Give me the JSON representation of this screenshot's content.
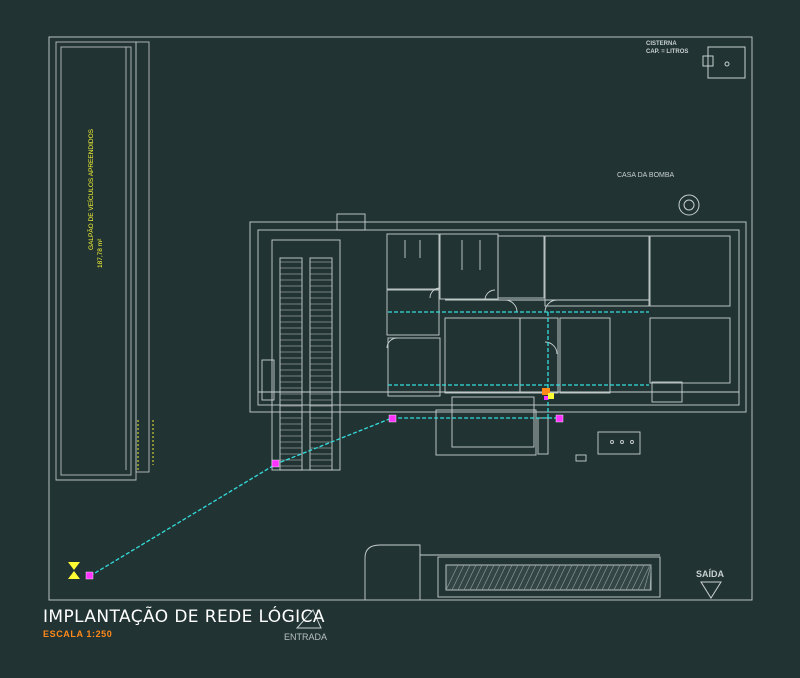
{
  "drawing": {
    "title": "IMPLANTAÇÃO DE REDE LÓGICA",
    "scale": "ESCALA 1:250",
    "entry_label": "ENTRADA",
    "exit_label": "SAÍDA",
    "pump_house_label": "CASA DA BOMBA",
    "cistern_label_line1": "CISTERNA",
    "cistern_label_line2": "CAP. = LITROS",
    "shed_label": "GALPÃO DE VEÍCULOS APREENDIDOS",
    "shed_area": "187,78 m²"
  },
  "colors": {
    "background": "#223333",
    "lines": "#c8d0d0",
    "network_cable": "#33dddd",
    "network_point": "#ff33ff",
    "labels_yellow": "#ffff33",
    "scale_orange": "#ff8a1a"
  }
}
